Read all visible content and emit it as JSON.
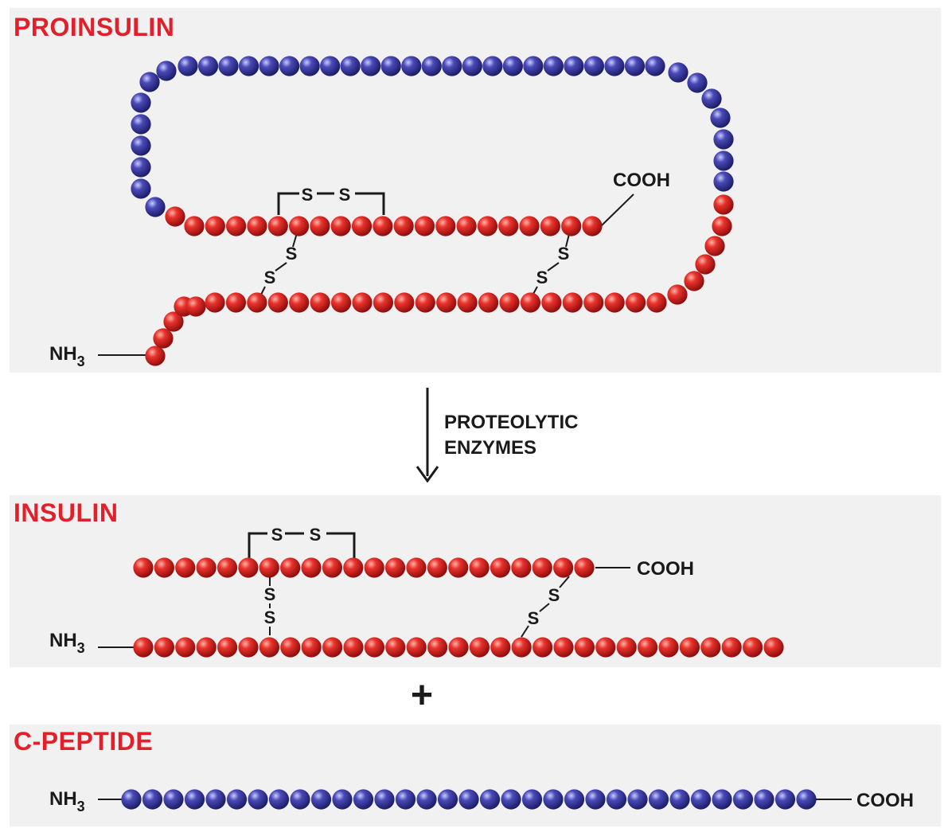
{
  "proinsulin": {
    "title": "PROINSULIN",
    "nh3_label": "NH",
    "nh3_sub": "3",
    "cooh_label": "COOH",
    "disulfide_top": "S—S",
    "s_label": "S"
  },
  "arrow": {
    "line1": "PROTEOLYTIC",
    "line2": "ENZYMES"
  },
  "insulin": {
    "title": "INSULIN",
    "nh3_label": "NH",
    "nh3_sub": "3",
    "cooh_label": "COOH",
    "s_label": "S"
  },
  "plus": "+",
  "c_peptide": {
    "title": "C-PEPTIDE",
    "nh3_label": "NH",
    "nh3_sub": "3",
    "cooh_label": "COOH"
  },
  "colors": {
    "a_b_chain": "#d41d1d",
    "c_peptide": "#3a3a9e",
    "title": "#e2202b",
    "panel": "#f1f1f1"
  }
}
